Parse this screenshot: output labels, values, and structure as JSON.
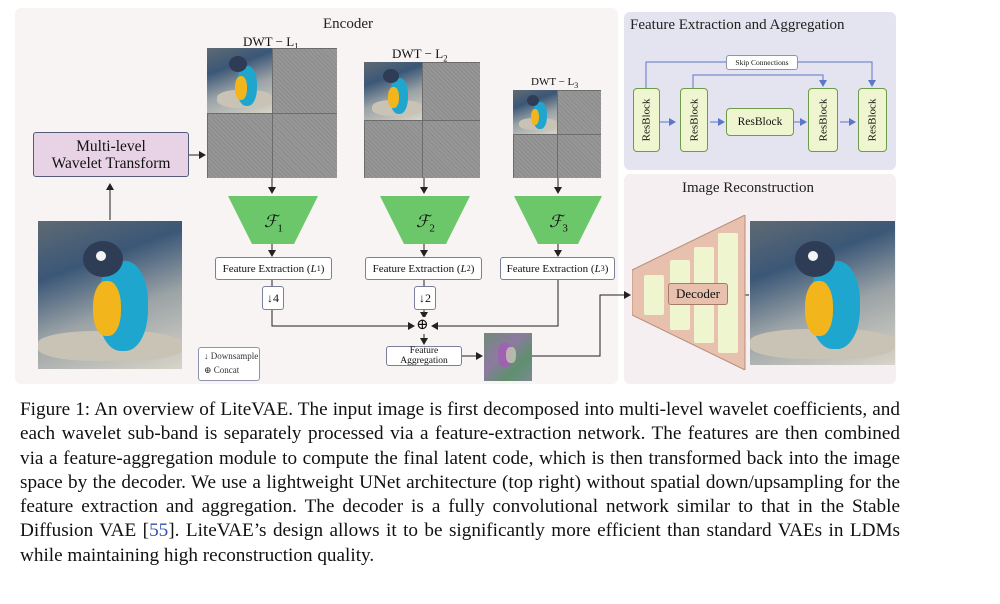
{
  "figure": {
    "encoder_title": "Encoder",
    "fea_title": "Feature Extraction and Aggregation",
    "recon_title": "Image Reconstruction",
    "multi_level_label_line1": "Multi-level",
    "multi_level_label_line2": "Wavelet Transform",
    "dwt": [
      {
        "base": "DWT − L",
        "sub": "1"
      },
      {
        "base": "DWT − L",
        "sub": "2"
      },
      {
        "base": "DWT − L",
        "sub": "3"
      }
    ],
    "feature_nets": [
      {
        "symbol": "ℱ",
        "sub": "1"
      },
      {
        "symbol": "ℱ",
        "sub": "2"
      },
      {
        "symbol": "ℱ",
        "sub": "3"
      }
    ],
    "feature_extraction": [
      {
        "text": "Feature Extraction (",
        "var": "L",
        "sub": "1",
        "close": ")"
      },
      {
        "text": "Feature Extraction (",
        "var": "L",
        "sub": "2",
        "close": ")"
      },
      {
        "text": "Feature Extraction (",
        "var": "L",
        "sub": "3",
        "close": ")"
      }
    ],
    "downsample_factors": [
      "4",
      "2"
    ],
    "downsample_symbol": "↓",
    "concat_symbol": "⊕",
    "feature_aggregation": "Feature Aggregation",
    "legend": {
      "downsample": "↓ Downsample",
      "concat": "⊕ Concat"
    },
    "skip_connections": "Skip Connections",
    "resblock": "ResBlock",
    "decoder": "Decoder",
    "colors": {
      "encoder_bg": "#f7f4f3",
      "fea_bg": "#e3e4ef",
      "recon_bg": "#f5eff2",
      "feature_net": "#6cc76a",
      "resblock_fill": "#eef5cf",
      "decoder_fill": "#e7c1ad",
      "multi_level_fill": "#e8d3e6"
    }
  },
  "caption": {
    "prefix": "Figure 1: An overview of LiteVAE. The input image is first decomposed into multi-level wavelet coefficients, and each wavelet sub-band is separately processed via a feature-extraction network. The features are then combined via a feature-aggregation module to compute the final latent code, which is then transformed back into the image space by the decoder. We use a lightweight UNet architecture (top right) without spatial down/upsampling for the feature extraction and aggregation. The decoder is a fully convolutional network similar to that in the Stable Diffusion VAE [",
    "citation": "55",
    "suffix": "]. LiteVAE’s design allows it to be significantly more efficient than standard VAEs in LDMs while maintaining high reconstruction quality."
  }
}
